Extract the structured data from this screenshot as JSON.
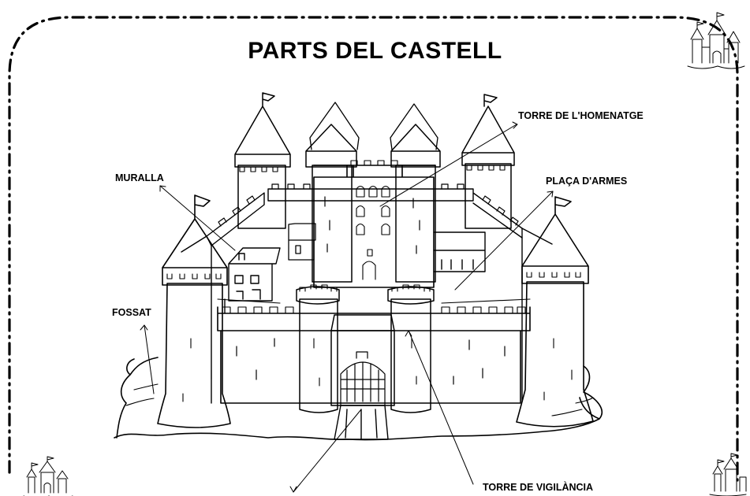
{
  "title": "PARTS DEL CASTELL",
  "labels": {
    "homenatge": "TORRE DE L'HOMENATGE",
    "muralla": "MURALLA",
    "placa": "PLAÇA D'ARMES",
    "fossat": "FOSSAT",
    "vigilancia": "TORRE DE VIGILÀNCIA"
  },
  "colors": {
    "ink": "#000000",
    "paper": "#ffffff"
  },
  "icons": [
    "castle-icon-top-right",
    "castle-icon-bottom-left",
    "castle-icon-bottom-right"
  ]
}
